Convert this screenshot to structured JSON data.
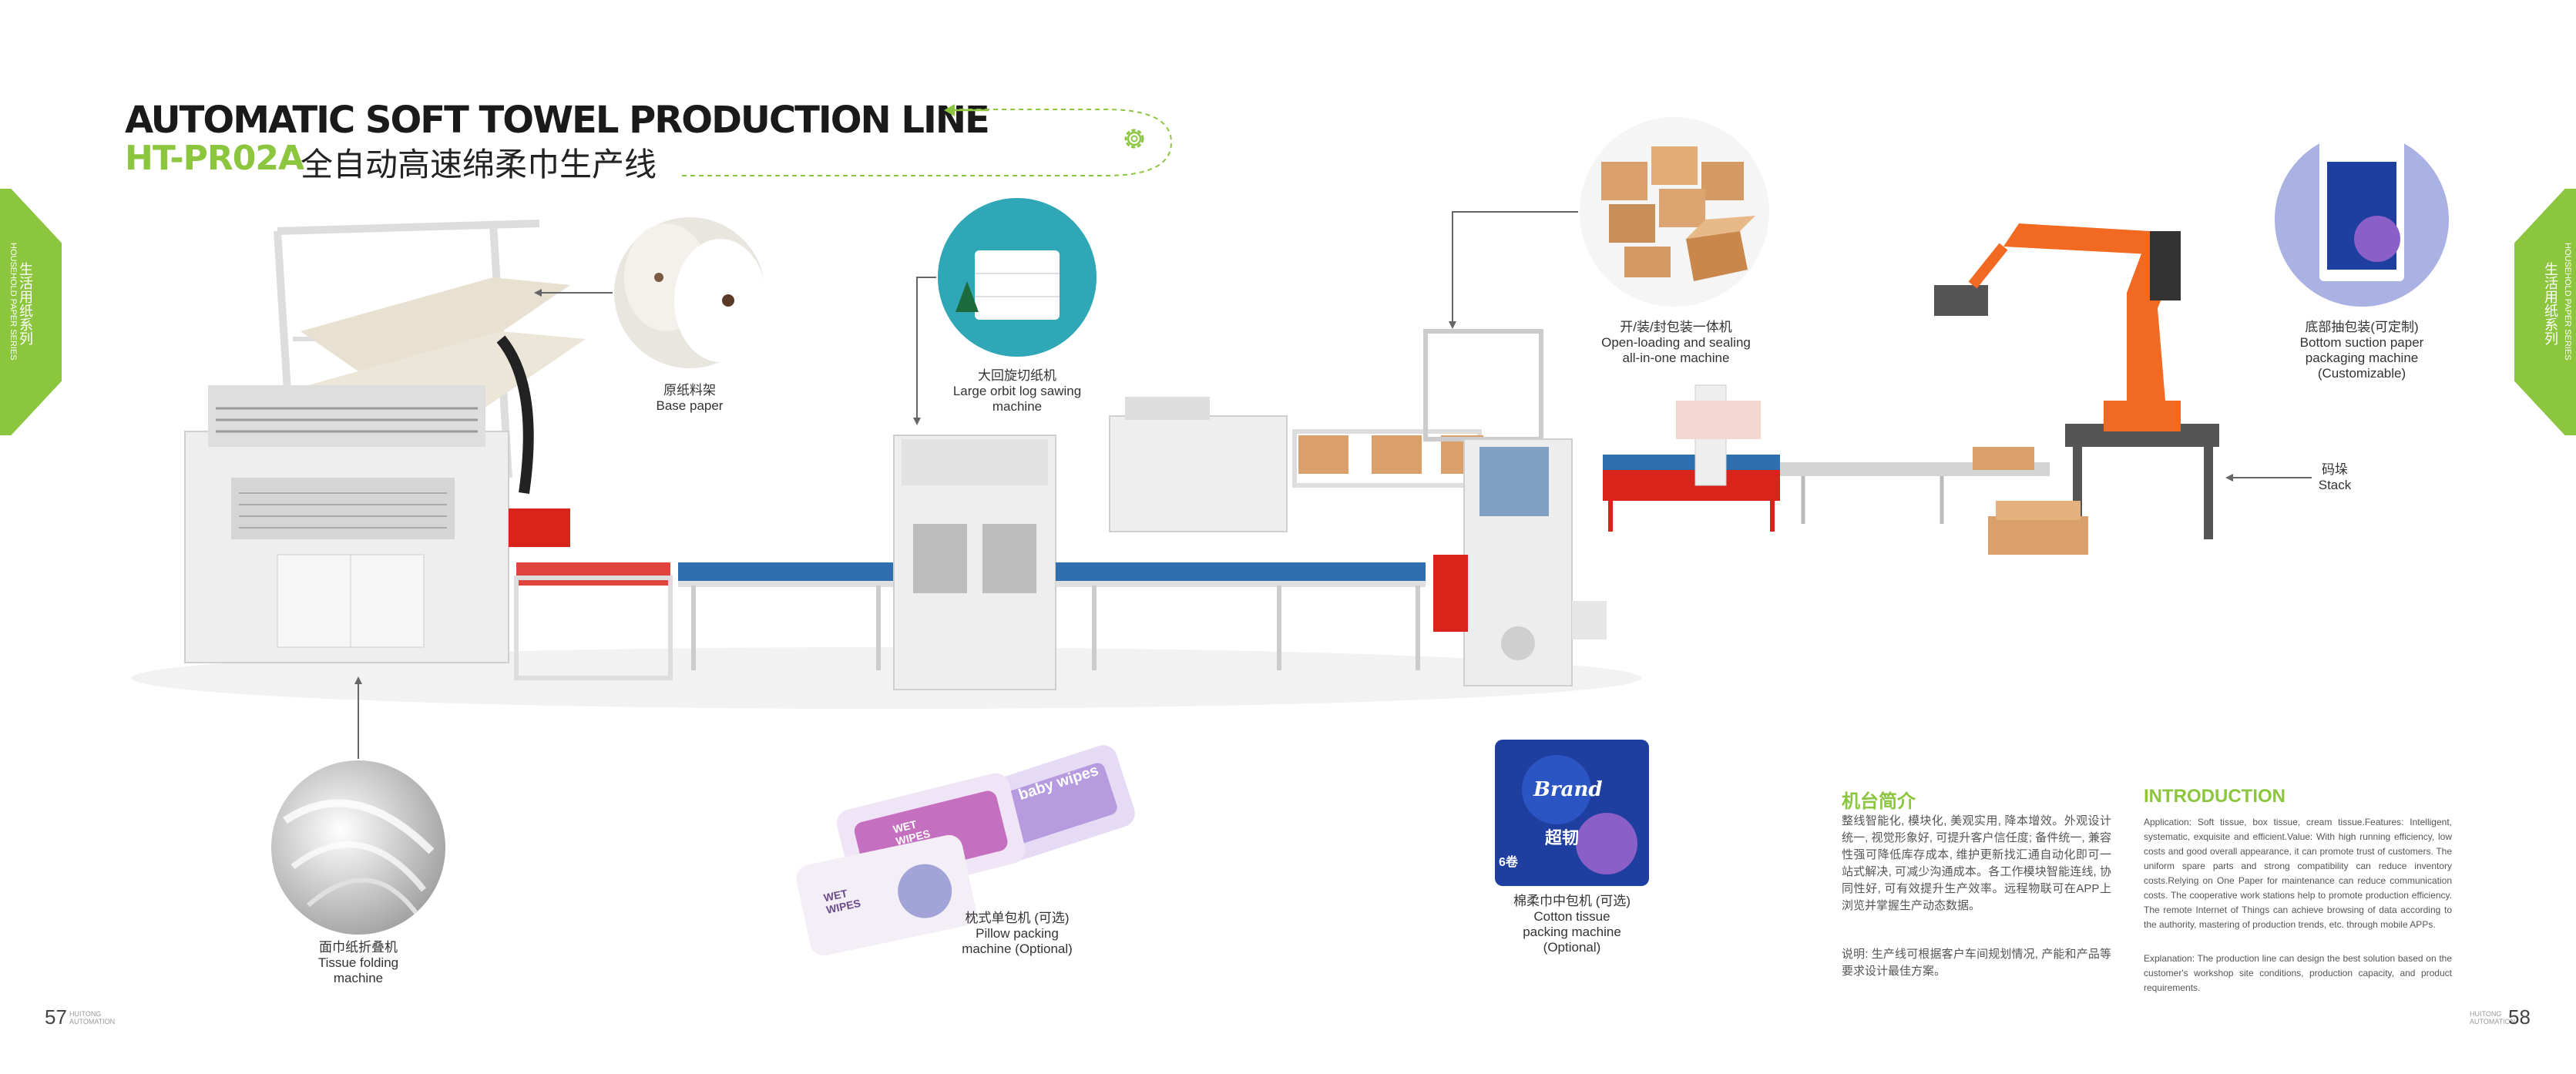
{
  "header": {
    "title_en": "AUTOMATIC SOFT TOWEL PRODUCTION LINE",
    "model": "HT-PR02A",
    "title_cn": "全自动高速绵柔巾生产线"
  },
  "side_tabs": {
    "left_cn": "生活用纸系列",
    "left_en": "HOUSEHOLD PAPER SERIES",
    "right_cn": "生活用纸系列",
    "right_en": "HOUSEHOLD PAPER SERIES"
  },
  "machines": {
    "base_paper": {
      "cn": "原纸料架",
      "en": "Base paper"
    },
    "log_saw": {
      "cn": "大回旋切纸机",
      "en1": "Large orbit log sawing",
      "en2": "machine"
    },
    "box_sealer": {
      "cn": "开/装/封包装一体机",
      "en1": "Open-loading and sealing",
      "en2": "all-in-one machine"
    },
    "bottom_suction": {
      "cn": "底部抽包装(可定制)",
      "en1": "Bottom suction paper",
      "en2": "packaging machine",
      "en3": "(Customizable)"
    },
    "stack": {
      "cn": "码垛",
      "en": "Stack"
    },
    "tissue_folding": {
      "cn": "面巾纸折叠机",
      "en1": "Tissue folding",
      "en2": "machine"
    },
    "pillow_packing": {
      "cn": "枕式单包机 (可选)",
      "en1": "Pillow packing",
      "en2": "machine (Optional)"
    },
    "cotton_tissue": {
      "cn": "棉柔巾中包机 (可选)",
      "en1": "Cotton tissue",
      "en2": "packing machine",
      "en3": "(Optional)"
    }
  },
  "products": {
    "wet_wipes_1": "WET WIPES",
    "wet_wipes_2": "WET WIPES",
    "baby_wipes": "baby wipes",
    "brand": "Brand",
    "brand_cn": "超韧",
    "brand_count": "6卷"
  },
  "intro": {
    "cn_title": "机台简介",
    "cn_body": "整线智能化, 模块化, 美观实用, 降本增效。外观设计统一, 视觉形象好, 可提升客户信任度; 备件统一, 兼容性强可降低库存成本, 维护更新找汇通自动化即可一站式解决, 可减少沟通成本。各工作模块智能连线, 协同性好, 可有效提升生产效率。远程物联可在APP上浏览并掌握生产动态数据。",
    "cn_note": "说明: 生产线可根据客户车间规划情况, 产能和产品等要求设计最佳方案。",
    "en_title": "INTRODUCTION",
    "en_body": "Application: Soft tissue, box tissue, cream tissue.Features: Intelligent, systematic, exquisite and efficient.Value: With high running efficiency, low costs and good overall appearance, it can promote trust of customers. The uniform spare parts and strong compatibility can reduce inventory costs.Relying on One Paper for maintenance can reduce communication costs. The cooperative work stations help to promote production efficiency. The remote Internet of Things can achieve browsing of data according to the authority, mastering of production trends, etc. through mobile APPs.",
    "en_note": "Explanation: The production line can design the best solution based on the customer's workshop site conditions, production capacity, and product requirements."
  },
  "footer": {
    "left_page": "57",
    "left_sub1": "HUITONG",
    "left_sub2": "AUTOMATION",
    "right_page": "58",
    "right_sub1": "HUITONG",
    "right_sub2": "AUTOMATION"
  },
  "colors": {
    "accent_green": "#8cc63f",
    "conveyor_blue": "#2f6fb0",
    "robot_orange": "#f26a21",
    "machine_red": "#d9241c",
    "cardboard": "#d9a06b"
  },
  "icons": {
    "header_gear": "gear-icon",
    "header_arrow": "arrow-left-icon"
  }
}
